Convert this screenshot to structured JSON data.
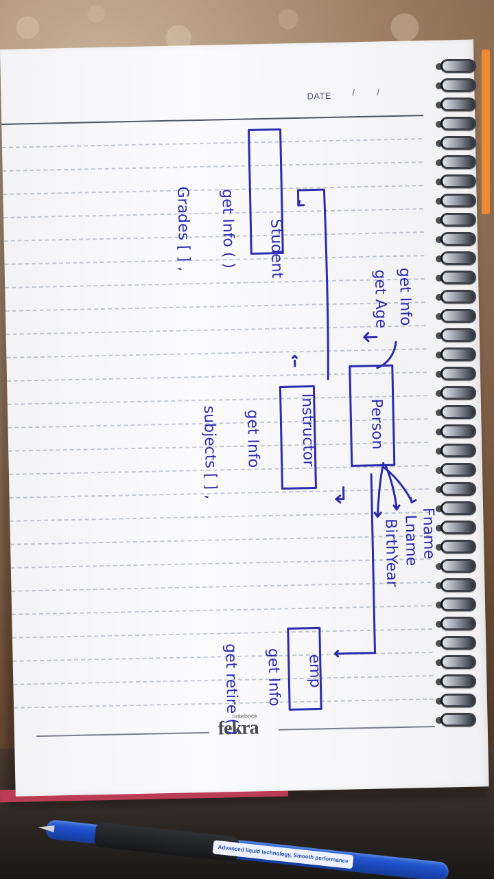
{
  "page": {
    "header": {
      "date_label": "DATE",
      "slash_1": "/",
      "slash_2": "/"
    },
    "brand": {
      "small_text": "notebook",
      "name": "fekra"
    },
    "colors": {
      "paper": "#fbfbfd",
      "ink": "#2d2bb2",
      "line": "#b7bfc9",
      "spine": "#2f3137",
      "pen": "#1f4ec8"
    },
    "handwriting": {
      "student": "Student",
      "get_info_student": "get Info ( )",
      "grades": "Grades [ ] ,",
      "get_info_top": "get Info",
      "get_age": "get Age",
      "person": "Person",
      "instructor": "Instructor",
      "get_info_instructor": "get Info",
      "subjects": "subjects [ ] ,",
      "fname": "Fname",
      "lname": "Lname",
      "birth_year": "BirthYear",
      "emp": "emp",
      "get_info_emp": "get Info",
      "get_retire": "get retire ( )"
    },
    "pen": {
      "label": "Advanced liquid technology, Smooth performance"
    }
  }
}
